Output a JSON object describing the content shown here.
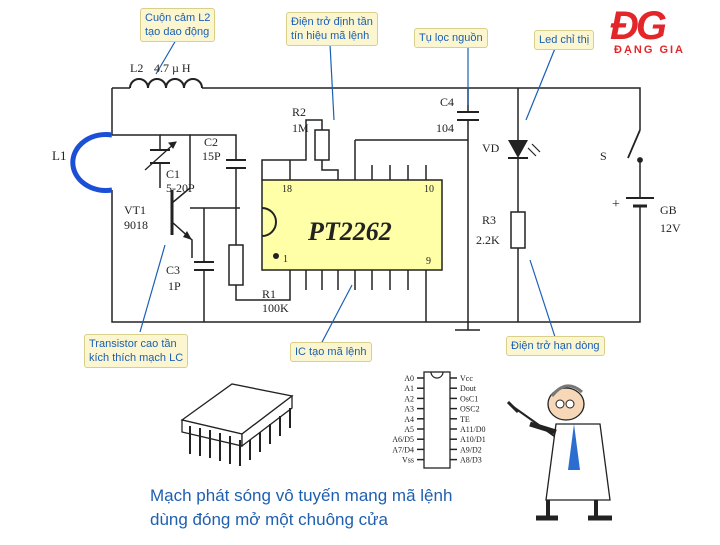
{
  "brand": {
    "mark": "ĐG",
    "name": "ĐẠNG GIA"
  },
  "callouts": {
    "l2": [
      "Cuộn cảm L2",
      "tạo dao động"
    ],
    "r2": [
      "Điện trở định tần",
      "tín hiệu mã lệnh"
    ],
    "c4": "Tụ lọc nguồn",
    "led": "Led chỉ thị",
    "transistor": [
      "Transistor cao tần",
      "kích thích mạch LC"
    ],
    "ic": "IC tạo mã lệnh",
    "r3": "Điện trở hạn dòng"
  },
  "components": {
    "l2": {
      "name": "L2",
      "value": "4.7 µ H"
    },
    "l1": {
      "name": "L1"
    },
    "c1": {
      "name": "C1",
      "value": "5-20P"
    },
    "c2": {
      "name": "C2",
      "value": "15P"
    },
    "c3": {
      "name": "C3",
      "value": "1P"
    },
    "vt1": {
      "name": "VT1",
      "value": "9018"
    },
    "r1": {
      "name": "R1",
      "value": "100K"
    },
    "r2": {
      "name": "R2",
      "value": "1M"
    },
    "c4": {
      "name": "C4",
      "value": "104"
    },
    "vd": {
      "name": "VD"
    },
    "r3": {
      "name": "R3",
      "value": "2.2K"
    },
    "s": {
      "name": "S"
    },
    "gb": {
      "name": "GB",
      "value": "12V"
    },
    "ic": {
      "name": "PT2262",
      "pin18": "18",
      "pin10": "10",
      "pin1": "1",
      "pin9": "9"
    }
  },
  "pinout": {
    "left": [
      "A0",
      "A1",
      "A2",
      "A3",
      "A4",
      "A5",
      "A6/D5",
      "A7/D4",
      "Vss"
    ],
    "right": [
      "Vcc",
      "Dout",
      "OsC1",
      "OSC2",
      "TE",
      "A11/D0",
      "A10/D1",
      "A9/D2",
      "A8/D3"
    ]
  },
  "caption": {
    "line1": "Mạch phát sóng vô tuyến mang mã lệnh",
    "line2": "dùng đóng mở một chuông cửa"
  },
  "colors": {
    "callout_text": "#1a5fb4",
    "callout_bg": "#fbf6cf",
    "ic_fill": "#ffffa8",
    "brand": "#e3262a"
  }
}
